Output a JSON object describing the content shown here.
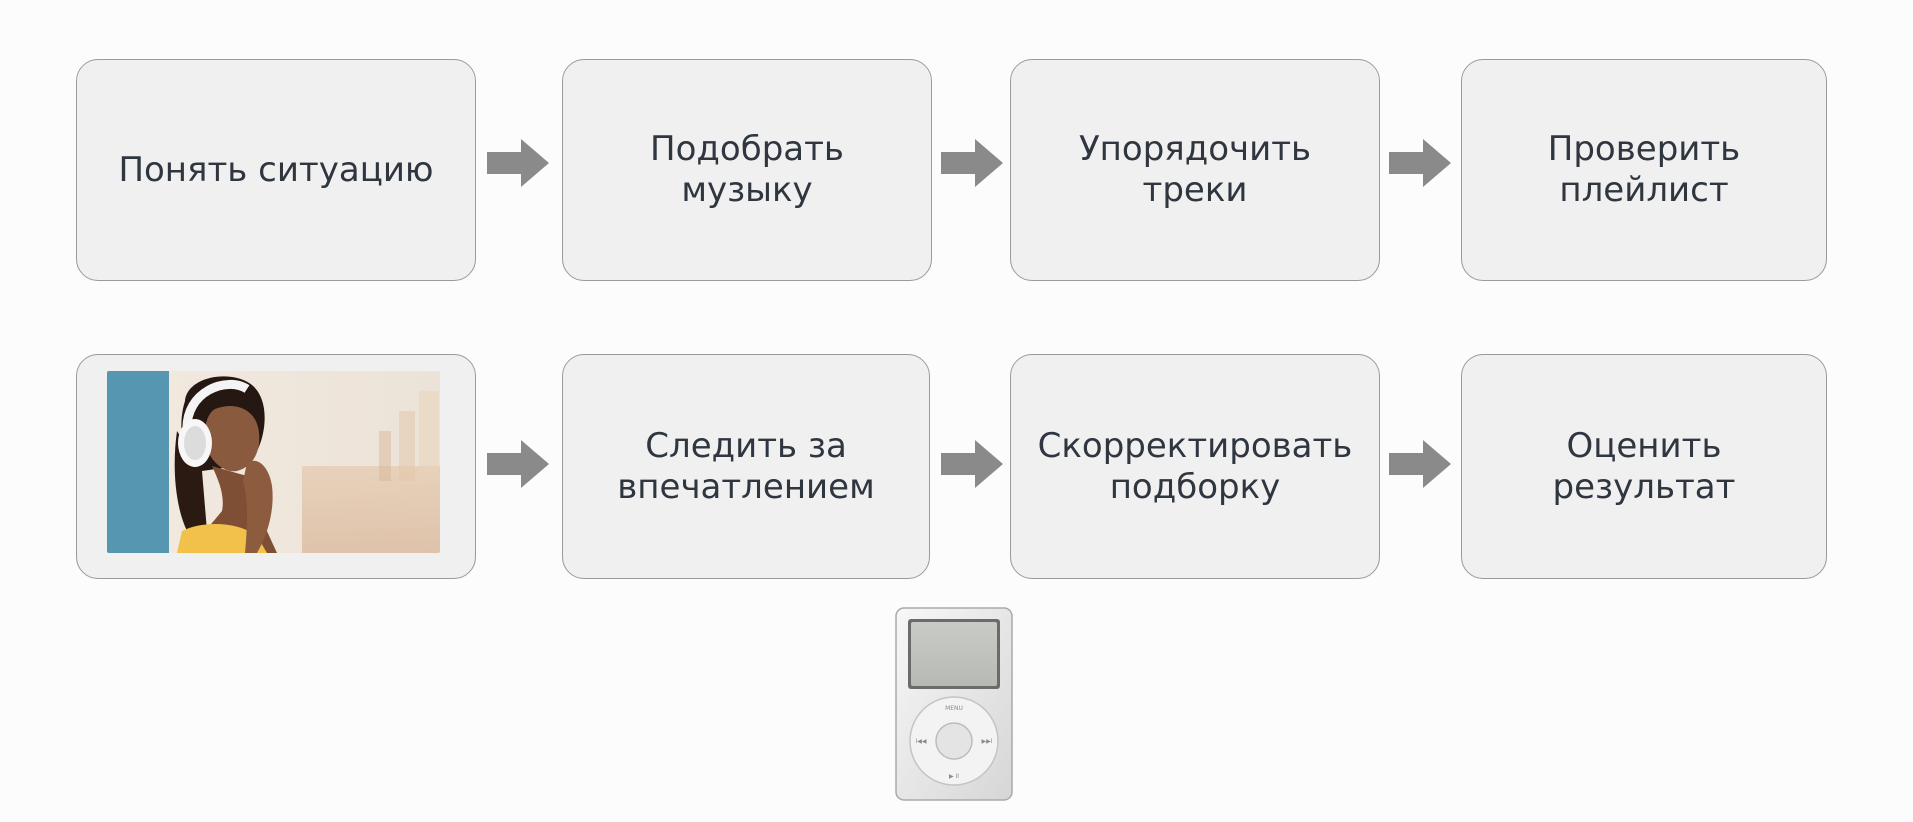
{
  "flow": {
    "row1": [
      {
        "label": "Понять ситуацию"
      },
      {
        "label": "Подобрать\nмузыку"
      },
      {
        "label": "Упорядочить\nтреки"
      },
      {
        "label": "Проверить\nплейлист"
      }
    ],
    "row2": [
      {
        "label": "Следить за\nвпечатлением"
      },
      {
        "label": "Скорректировать\nподборку"
      },
      {
        "label": "Оценить\nрезультат"
      }
    ]
  },
  "player": {
    "menu_label": "MENU",
    "prev_label": "I◀◀",
    "next_label": "▶▶I",
    "play_label": "▶ II"
  },
  "colors": {
    "box_fill": "#f0f0f0",
    "box_border": "#9a9a9a",
    "arrow": "#8a8a8a",
    "text": "#2f3640",
    "background": "#fcfcfc"
  }
}
